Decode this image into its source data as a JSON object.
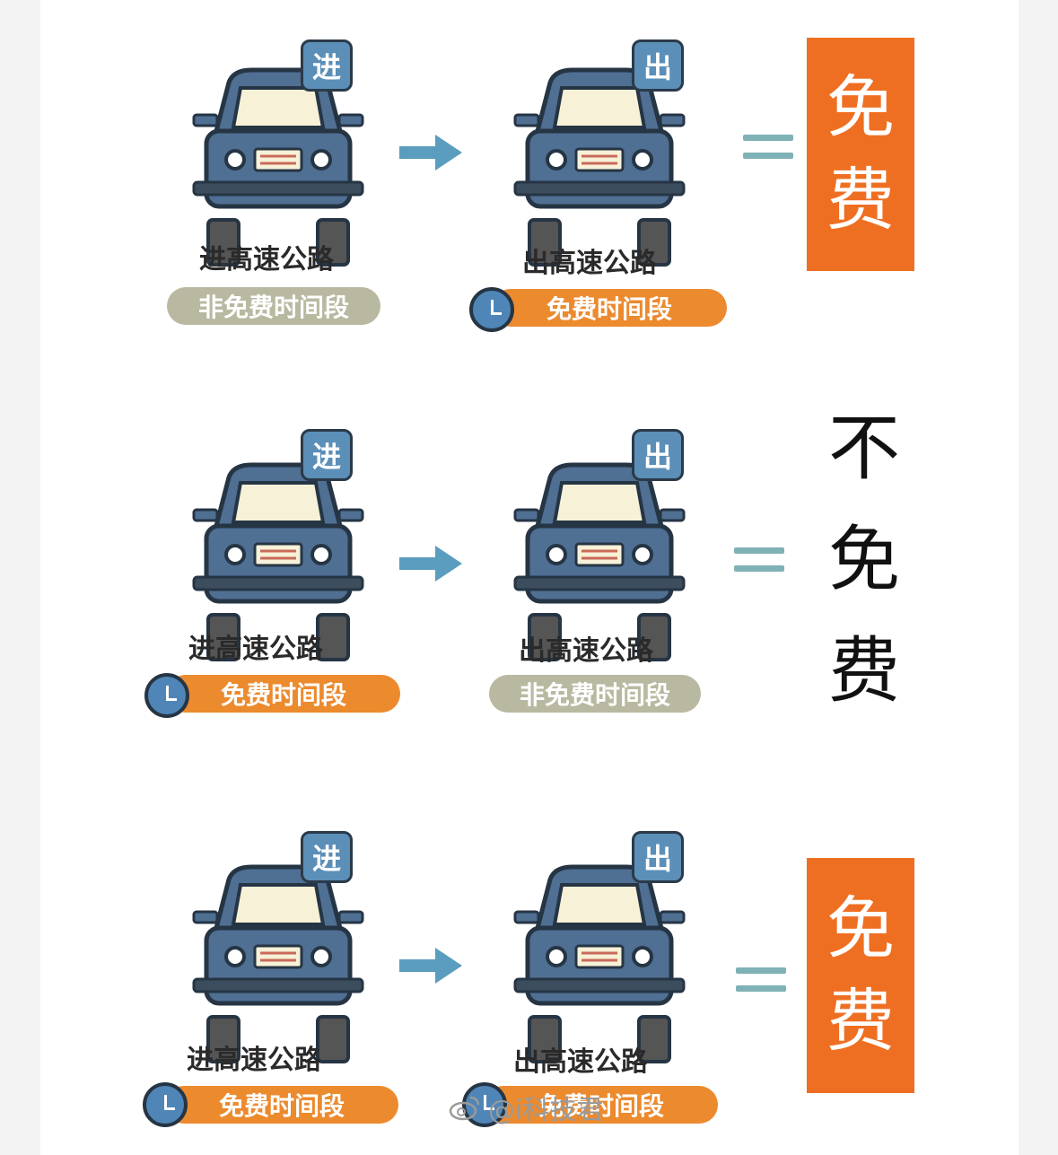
{
  "colors": {
    "car_body": "#4f6f93",
    "outline": "#263544",
    "badge": "#5b8fb8",
    "arrow": "#5b9dbf",
    "equals": "#7fb2b6",
    "free_box": "#ef6f22",
    "pill_orange": "#ec8a2e",
    "pill_gray": "#b9b9a1"
  },
  "rows": [
    {
      "enter": {
        "badge": "进",
        "label": "进高速公路",
        "period": "非免费时间段",
        "period_free": false
      },
      "exit": {
        "badge": "出",
        "label": "出高速公路",
        "period": "免费时间段",
        "period_free": true
      },
      "result": {
        "chars": [
          "免",
          "费"
        ],
        "highlight": true
      }
    },
    {
      "enter": {
        "badge": "进",
        "label": "进高速公路",
        "period": "免费时间段",
        "period_free": true
      },
      "exit": {
        "badge": "出",
        "label": "出高速公路",
        "period": "非免费时间段",
        "period_free": false
      },
      "result": {
        "chars": [
          "不",
          "免",
          "费"
        ],
        "highlight": false
      }
    },
    {
      "enter": {
        "badge": "进",
        "label": "进高速公路",
        "period": "免费时间段",
        "period_free": true
      },
      "exit": {
        "badge": "出",
        "label": "出高速公路",
        "period": "免费时间段",
        "period_free": true
      },
      "result": {
        "chars": [
          "免",
          "费"
        ],
        "highlight": true
      }
    }
  ],
  "watermark": {
    "text": "@i科技君",
    "icon": "weibo-icon"
  }
}
